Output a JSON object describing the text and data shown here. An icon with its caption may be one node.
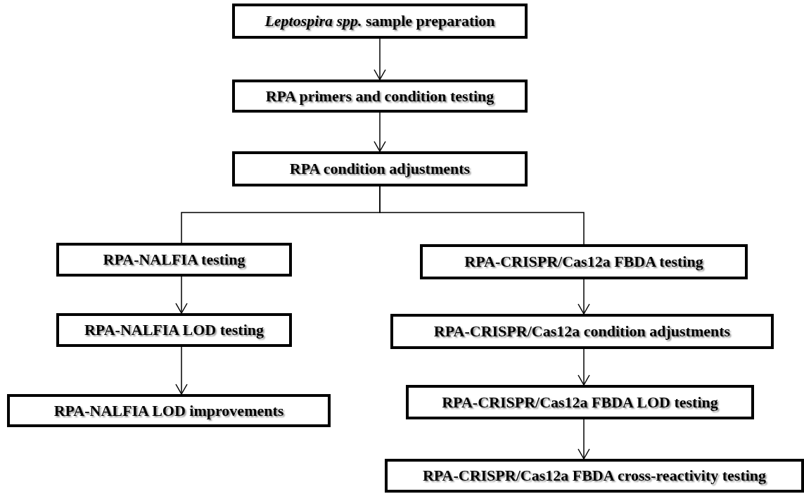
{
  "diagram": {
    "nodes": [
      {
        "text": [
          "*Leptospira spp.* sample preparation"
        ]
      },
      {
        "text": [
          "RPA primers and condition testing"
        ]
      },
      {
        "text": [
          "RPA condition adjustments"
        ]
      },
      {
        "text": [
          "RPA-NALFIA testing"
        ]
      },
      {
        "text": [
          "RPA-NALFIA LOD testing"
        ]
      },
      {
        "text": [
          "RPA-NALFIA LOD improvements"
        ]
      },
      {
        "text": [
          "RPA-CRISPR/Cas12a FBDA testing"
        ]
      },
      {
        "text": [
          "RPA-CRISPR/Cas12a condition adjustments"
        ]
      },
      {
        "text": [
          "RPA-CRISPR/Cas12a FBDA LOD testing"
        ]
      },
      {
        "text": [
          "RPA-CRISPR/Cas12a FBDA cross-reactivity testing"
        ]
      }
    ],
    "edges": [
      {
        "from": 0,
        "to": 1,
        "arrow": "to"
      },
      {
        "from": 1,
        "to": 2,
        "arrow": "to"
      },
      {
        "from": 2,
        "to": 3,
        "arrow": "none"
      },
      {
        "from": 2,
        "to": 6,
        "arrow": "none"
      },
      {
        "from": 3,
        "to": 4,
        "arrow": "to"
      },
      {
        "from": 4,
        "to": 5,
        "arrow": "to"
      },
      {
        "from": 6,
        "to": 7,
        "arrow": "to"
      },
      {
        "from": 7,
        "to": 8,
        "arrow": "to"
      },
      {
        "from": 8,
        "to": 9,
        "arrow": "to"
      }
    ]
  }
}
